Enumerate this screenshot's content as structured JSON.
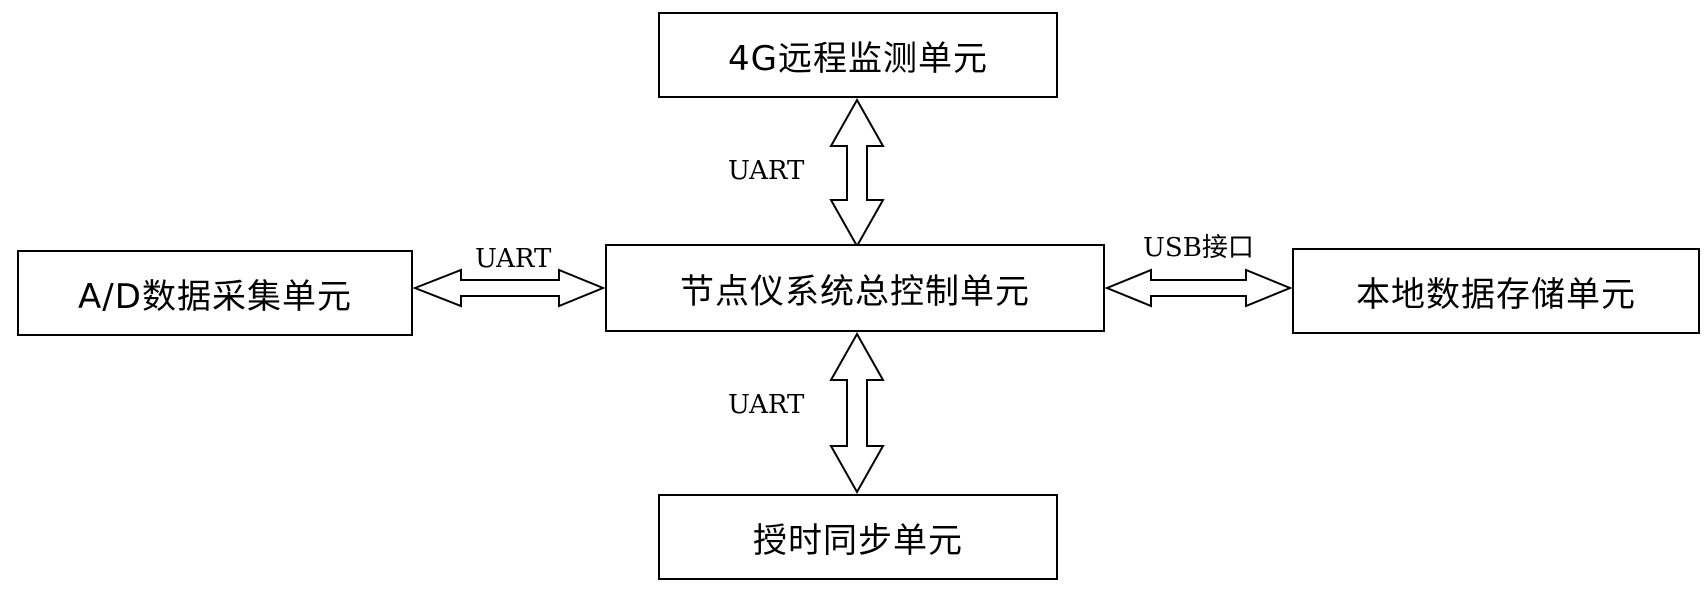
{
  "units": {
    "top": "4G远程监测单元",
    "center": "节点仪系统总控制单元",
    "left": "A/D数据采集单元",
    "right": "本地数据存储单元",
    "bottom": "授时同步单元"
  },
  "links": {
    "top": "UART",
    "left": "UART",
    "right": "USB接口",
    "bottom": "UART"
  }
}
